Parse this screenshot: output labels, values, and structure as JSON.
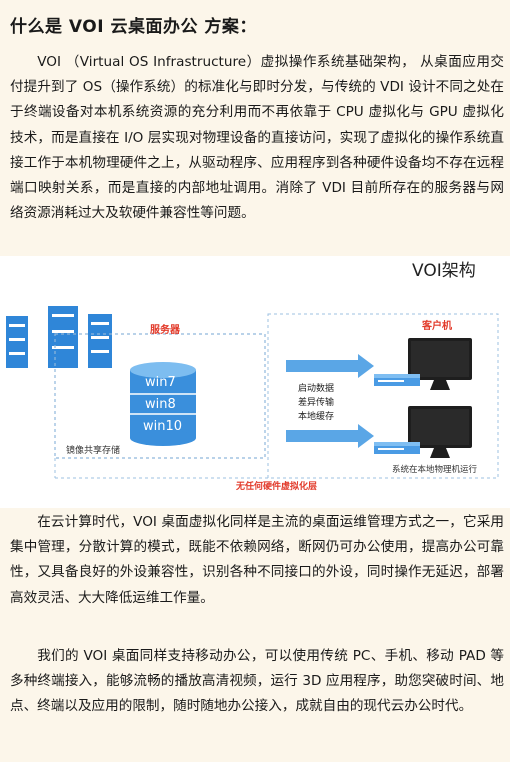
{
  "heading": "什么是  VOI 云桌面办公  方案：",
  "paragraphs": [
    "VOI （Virtual OS Infrastructure）虚拟操作系统基础架构， 从桌面应用交付提升到了 OS（操作系统）的标准化与即时分发，与传统的 VDI 设计不同之处在于终端设备对本机系统资源的充分利用而不再依靠于 CPU 虚拟化与 GPU 虚拟化技术，而是直接在 I/O 层实现对物理设备的直接访问，实现了虚拟化的操作系统直接工作于本机物理硬件之上，从驱动程序、应用程序到各种硬件设备均不存在远程端口映射关系，而是直接的内部地址调用。消除了 VDI 目前所存在的服务器与网络资源消耗过大及软硬件兼容性等问题。",
    "在云计算时代，VOI 桌面虚拟化同样是主流的桌面运维管理方式之一，它采用集中管理，分散计算的模式，既能不依赖网络，断网仍可办公使用，提高办公可靠性，又具备良好的外设兼容性，识别各种不同接口的外设，同时操作无延迟，部署高效灵活、大大降低运维工作量。",
    "我们的 VOI 桌面同样支持移动办公，可以使用传统 PC、手机、移动 PAD 等多种终端接入，能够流畅的播放高清视频，运行 3D 应用程序，助您突破时间、地点、终端以及应用的限制，随时随地办公接入，成就自由的现代云办公时代。"
  ],
  "diagram": {
    "title": "VOI架构",
    "server_label": "服务器",
    "os_layers": [
      "win7",
      "win8",
      "win10"
    ],
    "storage_label": "镜像共享存储",
    "hw_layer_label": "无任何硬件虚拟化层",
    "client_label": "客户机",
    "transfer_lines": [
      "启动数据",
      "差异传输",
      "本地缓存"
    ],
    "runtime_label": "系统在本地物理机运行",
    "colors": {
      "blue": "#2f86d8",
      "light_blue": "#5aa6e6",
      "red": "#e23a2a",
      "dark": "#222222"
    }
  }
}
